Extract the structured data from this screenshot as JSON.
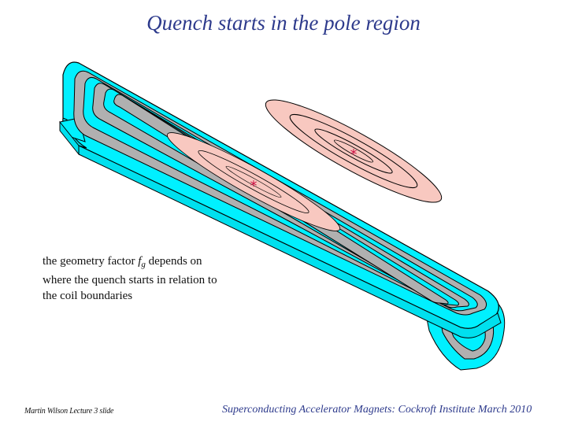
{
  "title": "Quench starts in the pole region",
  "caption": {
    "text_before": "the geometry factor ",
    "symbol": "f",
    "subscript": "g",
    "text_after": " depends on where the quench starts in relation to the coil boundaries"
  },
  "footer": {
    "left": "Martin Wilson Lecture 3 slide",
    "right": "Superconducting Accelerator Magnets:  Cockroft Institute March 2010"
  },
  "colors": {
    "title": "#2d3a8c",
    "coil_outer": "#00f0ff",
    "coil_inner": "#b0b0b0",
    "quench_zone": "#f8c8c0",
    "marker": "#cc1144"
  },
  "figure": {
    "description_icon": "coil-quench-diagram",
    "markers": [
      "*",
      "*"
    ]
  }
}
